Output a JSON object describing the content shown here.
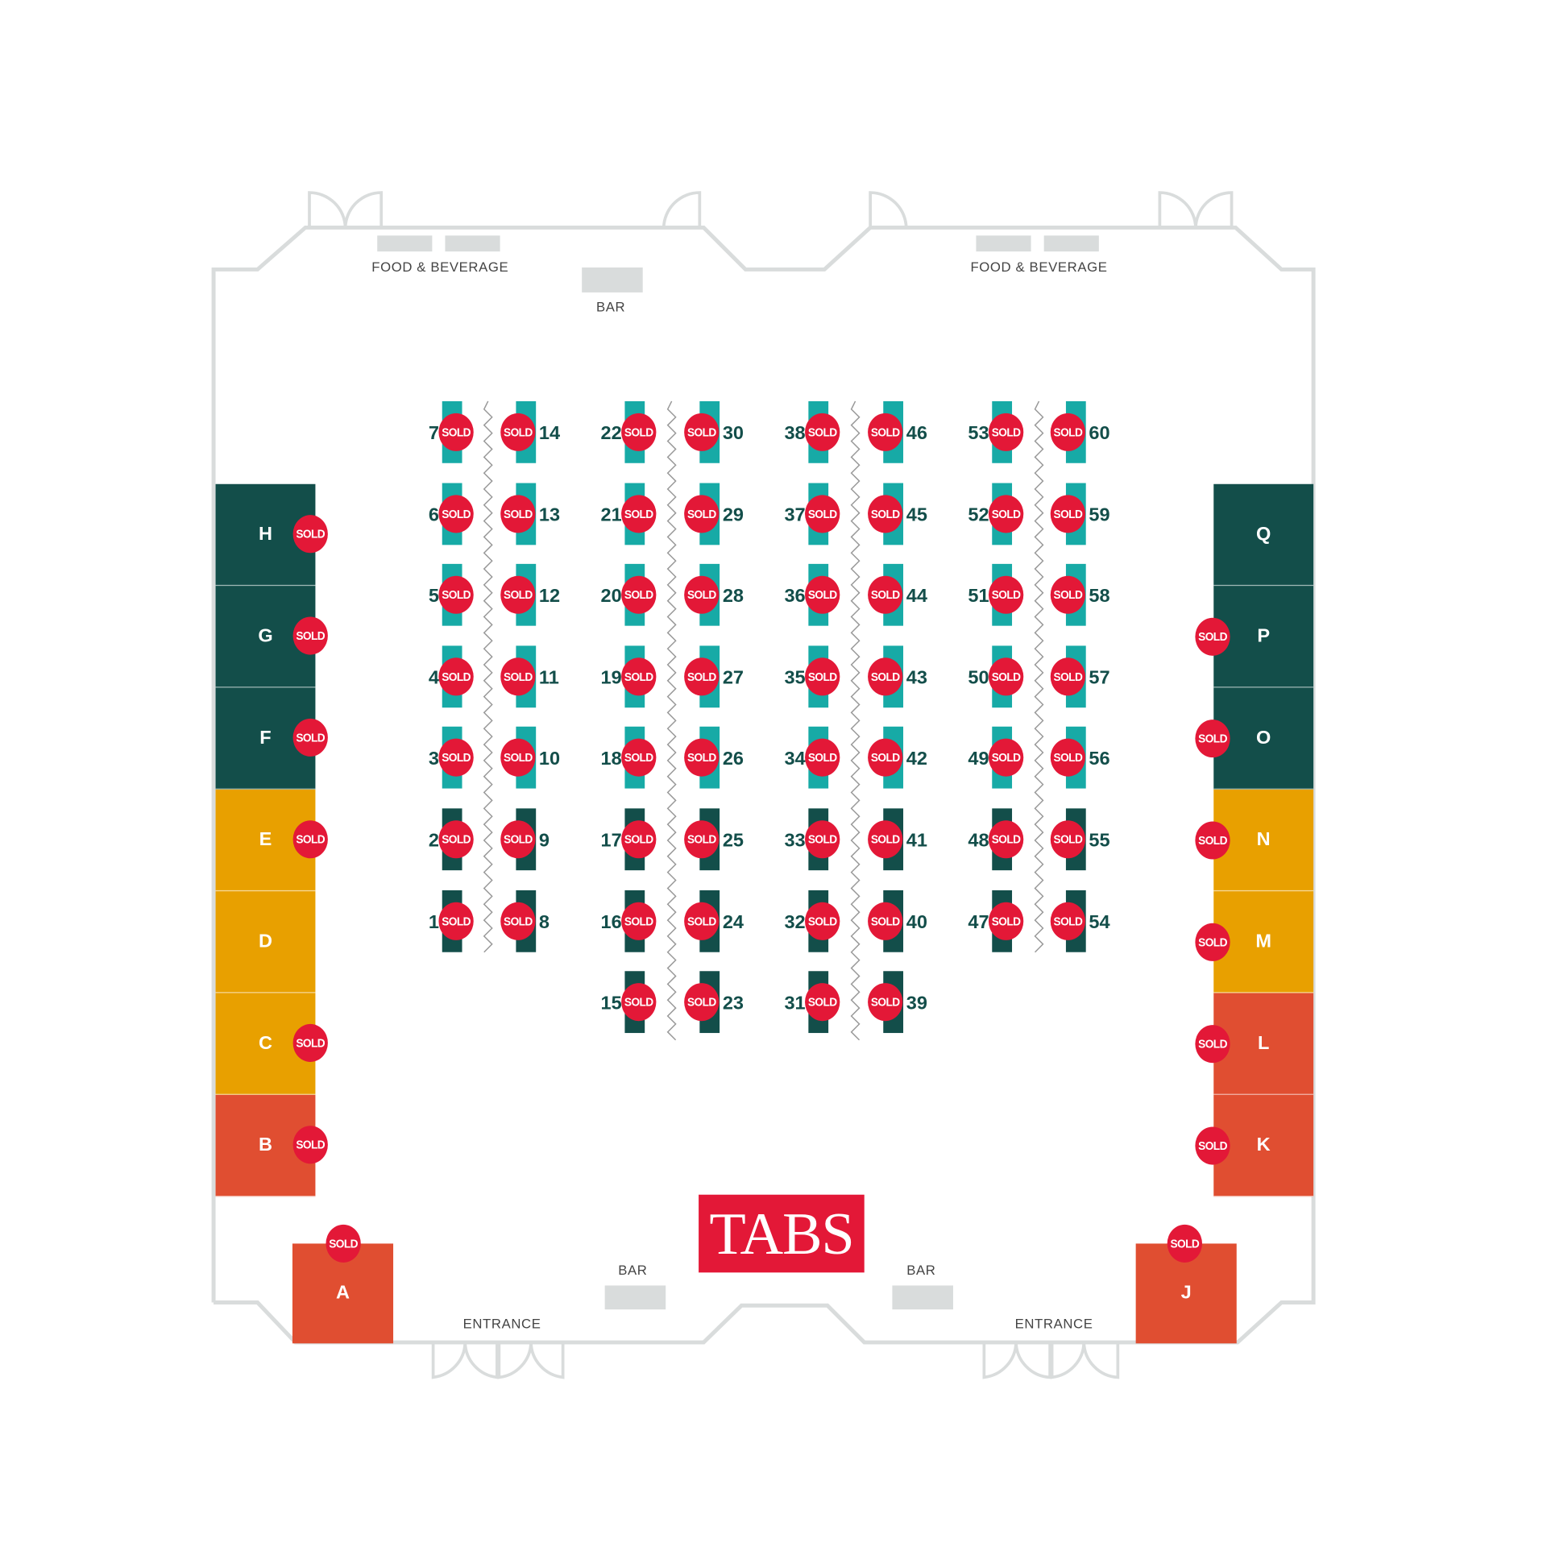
{
  "colors": {
    "teal": "#17aaa6",
    "dark": "#134e4a",
    "amber": "#e8a000",
    "red": "#e04e31",
    "sold": "#e31837"
  },
  "sold_label": "SOLD",
  "logo": "TABS",
  "labels": {
    "food_bev_left": "FOOD & BEVERAGE",
    "food_bev_right": "FOOD & BEVERAGE",
    "bar_top": "BAR",
    "bar_bottom_left": "BAR",
    "bar_bottom_right": "BAR",
    "entrance_left": "ENTRANCE",
    "entrance_right": "ENTRANCE"
  },
  "center_columns": [
    {
      "side": "left",
      "booths": [
        7,
        6,
        5,
        4,
        3,
        2,
        1
      ]
    },
    {
      "side": "right",
      "booths": [
        14,
        13,
        12,
        11,
        10,
        9,
        8
      ]
    },
    {
      "side": "left",
      "booths": [
        22,
        21,
        20,
        19,
        18,
        17,
        16,
        15
      ]
    },
    {
      "side": "right",
      "booths": [
        30,
        29,
        28,
        27,
        26,
        25,
        24,
        23
      ]
    },
    {
      "side": "left",
      "booths": [
        38,
        37,
        36,
        35,
        34,
        33,
        32,
        31
      ]
    },
    {
      "side": "right",
      "booths": [
        46,
        45,
        44,
        43,
        42,
        41,
        40,
        39
      ]
    },
    {
      "side": "left",
      "booths": [
        53,
        52,
        51,
        50,
        49,
        48,
        47
      ]
    },
    {
      "side": "right",
      "booths": [
        60,
        59,
        58,
        57,
        56,
        55,
        54
      ]
    }
  ],
  "center_sold": "all",
  "left_booths": [
    {
      "id": "H",
      "color": "dark",
      "sold": true
    },
    {
      "id": "G",
      "color": "dark",
      "sold": true
    },
    {
      "id": "F",
      "color": "dark",
      "sold": true
    },
    {
      "id": "E",
      "color": "amber",
      "sold": true
    },
    {
      "id": "D",
      "color": "amber",
      "sold": false
    },
    {
      "id": "C",
      "color": "amber",
      "sold": true
    },
    {
      "id": "B",
      "color": "red",
      "sold": true
    }
  ],
  "right_booths": [
    {
      "id": "Q",
      "color": "dark",
      "sold": false
    },
    {
      "id": "P",
      "color": "dark",
      "sold": true
    },
    {
      "id": "O",
      "color": "dark",
      "sold": true
    },
    {
      "id": "N",
      "color": "amber",
      "sold": true
    },
    {
      "id": "M",
      "color": "amber",
      "sold": true
    },
    {
      "id": "L",
      "color": "red",
      "sold": true
    },
    {
      "id": "K",
      "color": "red",
      "sold": true
    }
  ],
  "corner_booths": [
    {
      "id": "A",
      "color": "red",
      "sold": true
    },
    {
      "id": "J",
      "color": "red",
      "sold": true
    }
  ]
}
